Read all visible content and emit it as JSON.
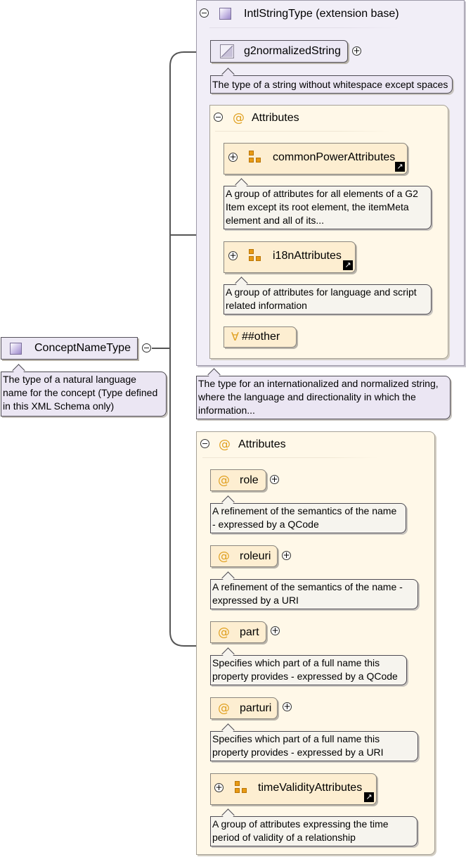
{
  "root": {
    "label": "ConceptNameType",
    "doc": "The type of a natural language\nname for the concept (Type defined\nin this XML Schema only)"
  },
  "extension": {
    "header": "IntlStringType (extension base)",
    "doc": "The type for an internationalized and normalized string,\nwhere the language and directionality in which the\ninformation...",
    "base": {
      "label": "g2normalizedString",
      "doc": "The type of a string without whitespace except spaces"
    },
    "attributes_header": "Attributes",
    "groups": [
      {
        "label": "commonPowerAttributes",
        "doc": "A group of attributes for all elements of a G2\nItem except its root element, the itemMeta\nelement and all of its..."
      },
      {
        "label": "i18nAttributes",
        "doc": "A group of attributes for language and script\nrelated information"
      }
    ],
    "any": "##other"
  },
  "attributes": {
    "header": "Attributes",
    "items": [
      {
        "label": "role",
        "doc": "A refinement of the semantics of the name\n- expressed by a QCode"
      },
      {
        "label": "roleuri",
        "doc": "A refinement of the semantics of the name -\nexpressed by a URI"
      },
      {
        "label": "part",
        "doc": "Specifies which part of a full name this\nproperty provides - expressed by a QCode"
      },
      {
        "label": "parturi",
        "doc": "Specifies which part of a full name this\nproperty provides - expressed by a URI"
      }
    ],
    "group": {
      "label": "timeValidityAttributes",
      "doc": "A group of attributes expressing the time\nperiod of validity of a relationship"
    }
  },
  "colors": {
    "purple_panel": "#f1eef7",
    "yellow_panel": "#fff8e8",
    "attribute_icon": "#e0a020",
    "group_icon": "#e89a14"
  },
  "icons": {
    "type": "complex-type-icon",
    "simple_type": "simple-type-icon",
    "attribute": "at-icon",
    "group": "attribute-group-icon",
    "link": "link-arrow-icon",
    "any": "forall-icon",
    "expand": "plus-icon",
    "collapse": "minus-icon"
  }
}
